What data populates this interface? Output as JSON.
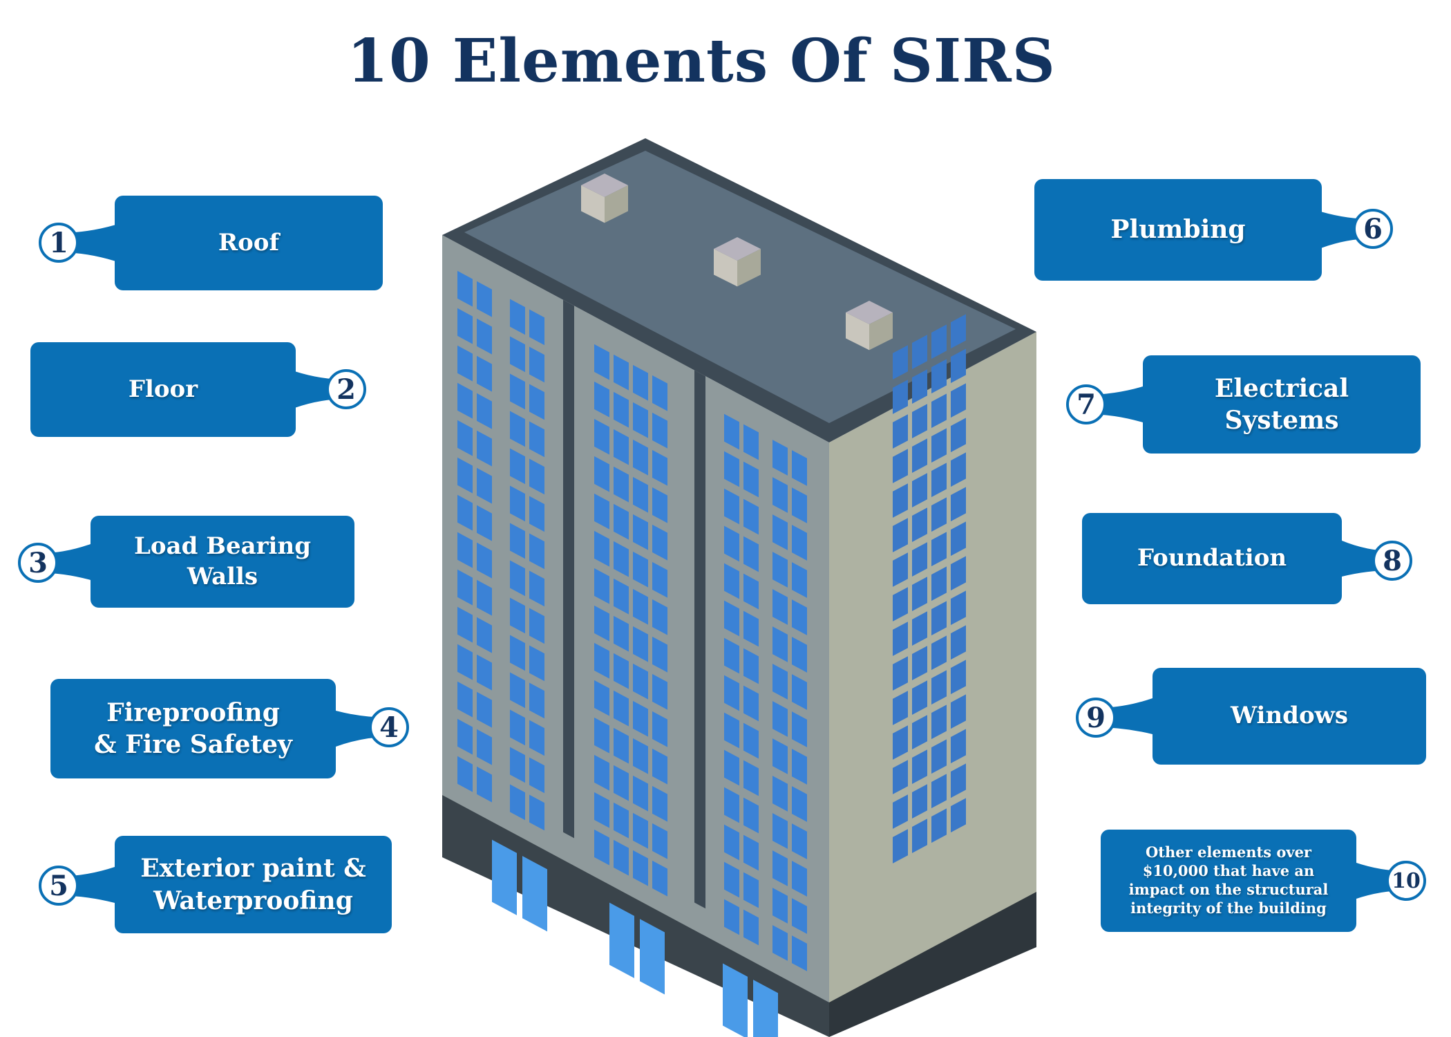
{
  "title": "10 Elements Of SIRS",
  "colors": {
    "title": "#13335f",
    "box": "#0a70b5",
    "number": "#13335f",
    "roof": "#5d7080",
    "roof_rim": "#3d4a55",
    "front_face": "#8f9a9c",
    "side_face": "#aeb2a2",
    "window": "#3b82d6",
    "base": "#3a444b"
  },
  "elements": [
    {
      "number": "1",
      "label": "Roof"
    },
    {
      "number": "2",
      "label": "Floor"
    },
    {
      "number": "3",
      "label": "Load Bearing\nWalls"
    },
    {
      "number": "4",
      "label": "Fireproofing\n& Fire Safetey"
    },
    {
      "number": "5",
      "label": "Exterior paint &\nWaterproofing"
    },
    {
      "number": "6",
      "label": "Plumbing"
    },
    {
      "number": "7",
      "label": "Electrical Systems"
    },
    {
      "number": "8",
      "label": "Foundation"
    },
    {
      "number": "9",
      "label": "Windows"
    },
    {
      "number": "10",
      "label": "Other elements over\n$10,000 that have an\nimpact on the structural\nintegrity of the building"
    }
  ]
}
